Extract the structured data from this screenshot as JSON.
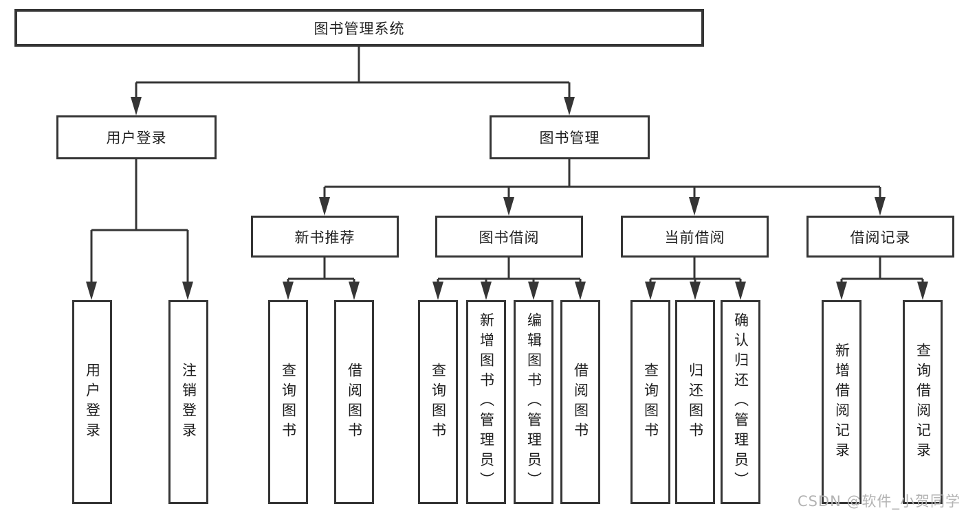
{
  "colors": {
    "line": "#353535",
    "box_border": "#353535",
    "text": "#1f1f1f",
    "background": "#ffffff",
    "watermark": "#b3b3b3"
  },
  "watermark": "CSDN @软件_小贺同学",
  "tree": {
    "root": {
      "label": "图书管理系统"
    },
    "user_login": {
      "label": "用户登录",
      "children": [
        {
          "label": "用户登录"
        },
        {
          "label": "注销登录"
        }
      ]
    },
    "book_mgmt": {
      "label": "图书管理",
      "groups": [
        {
          "label": "新书推荐",
          "children": [
            {
              "label": "查询图书"
            },
            {
              "label": "借阅图书"
            }
          ]
        },
        {
          "label": "图书借阅",
          "children": [
            {
              "label": "查询图书"
            },
            {
              "label": "新增图书（管理员）"
            },
            {
              "label": "编辑图书（管理员）"
            },
            {
              "label": "借阅图书"
            }
          ]
        },
        {
          "label": "当前借阅",
          "children": [
            {
              "label": "查询图书"
            },
            {
              "label": "归还图书"
            },
            {
              "label": "确认归还（管理员）"
            }
          ]
        },
        {
          "label": "借阅记录",
          "children": [
            {
              "label": "新增借阅记录"
            },
            {
              "label": "查询借阅记录"
            }
          ]
        }
      ]
    }
  }
}
